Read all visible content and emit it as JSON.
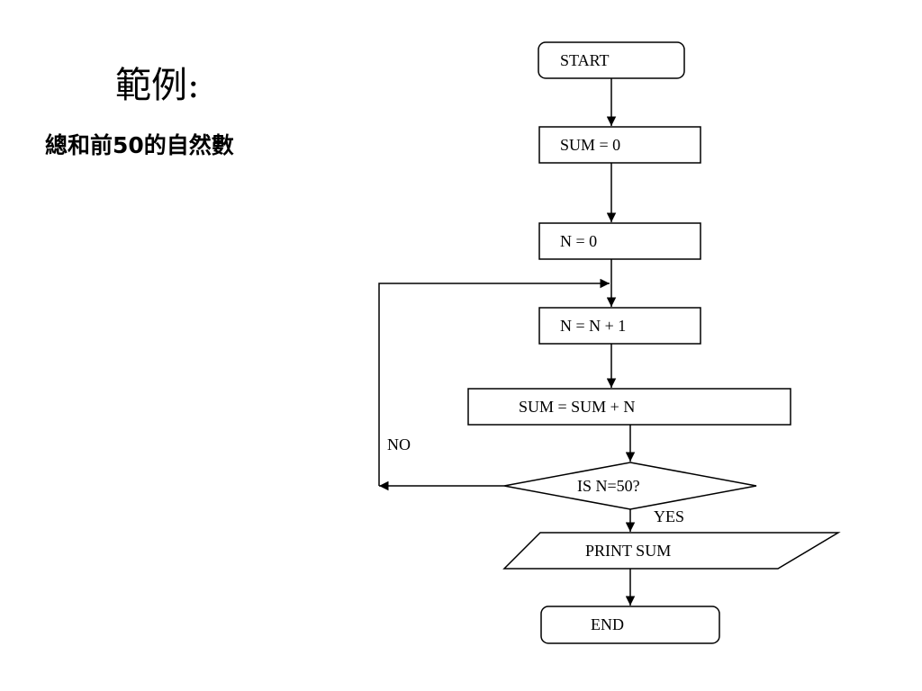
{
  "slide": {
    "title": "範例:",
    "subtitle": "總和前50的自然數"
  },
  "flowchart": {
    "start": "START",
    "init_sum": "SUM = 0",
    "init_n": "N = 0",
    "increment": "N = N + 1",
    "accumulate": "SUM = SUM + N",
    "decision": "IS N=50?",
    "no_label": "NO",
    "yes_label": "YES",
    "output": "PRINT SUM",
    "end": "END"
  }
}
